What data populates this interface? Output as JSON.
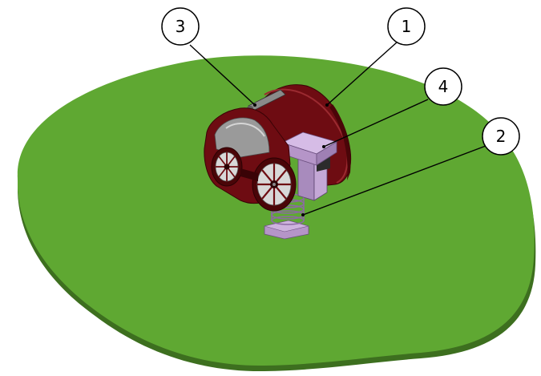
{
  "callouts": [
    {
      "id": "callout-1",
      "label": "1"
    },
    {
      "id": "callout-2",
      "label": "2"
    },
    {
      "id": "callout-3",
      "label": "3"
    },
    {
      "id": "callout-4",
      "label": "4"
    }
  ],
  "colors": {
    "ground_top": "#5fa832",
    "ground_edge": "#3d6f1f",
    "body": "#6e0c12",
    "body_edge": "#4a0508",
    "seat": "#c9a6de",
    "spring": "#b595c8",
    "wheel": "#d6d6d6",
    "panel_grey": "#9a9a9a",
    "line": "#000000"
  }
}
